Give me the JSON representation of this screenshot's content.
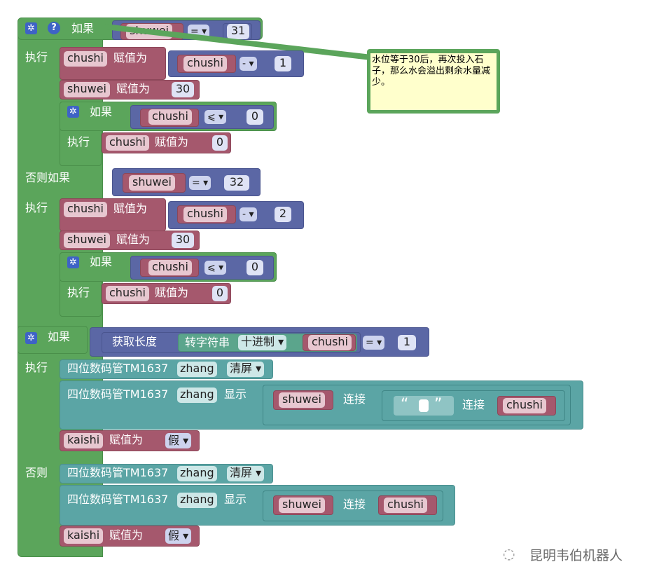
{
  "blocks": {
    "if": "如果",
    "do": "执行",
    "else_if": "否则如果",
    "else": "否则",
    "assign": "赋值为",
    "vars": {
      "chushi": "chushi",
      "shuwei": "shuwei",
      "kaishi": "kaishi",
      "zhang": "zhang"
    },
    "ops": {
      "eq": "=",
      "minus": "-",
      "le": "⩽"
    },
    "nums": {
      "n31": "31",
      "n1": "1",
      "n30": "30",
      "n0": "0",
      "n32": "32",
      "n2": "2"
    },
    "length_of": "获取长度",
    "to_string": "转字符串",
    "decimal": "十进制",
    "tm1637": "四位数码管TM1637",
    "clear": "清屏",
    "display": "显示",
    "concat": "连接",
    "false": "假",
    "quote_open": "“",
    "quote_close": "”"
  },
  "comment": {
    "text": "水位等于30后，再次投入石子，那么水会溢出剩余水量减少。"
  },
  "watermark": {
    "text": "昆明韦伯机器人"
  },
  "icons": {
    "gear": "gear-icon",
    "help": "help-icon",
    "dropdown": "dropdown-arrow-icon"
  },
  "colors": {
    "control": "#5ba55b",
    "variable": "#a5586d",
    "logic": "#5b67a5",
    "module": "#5ba5a5"
  }
}
